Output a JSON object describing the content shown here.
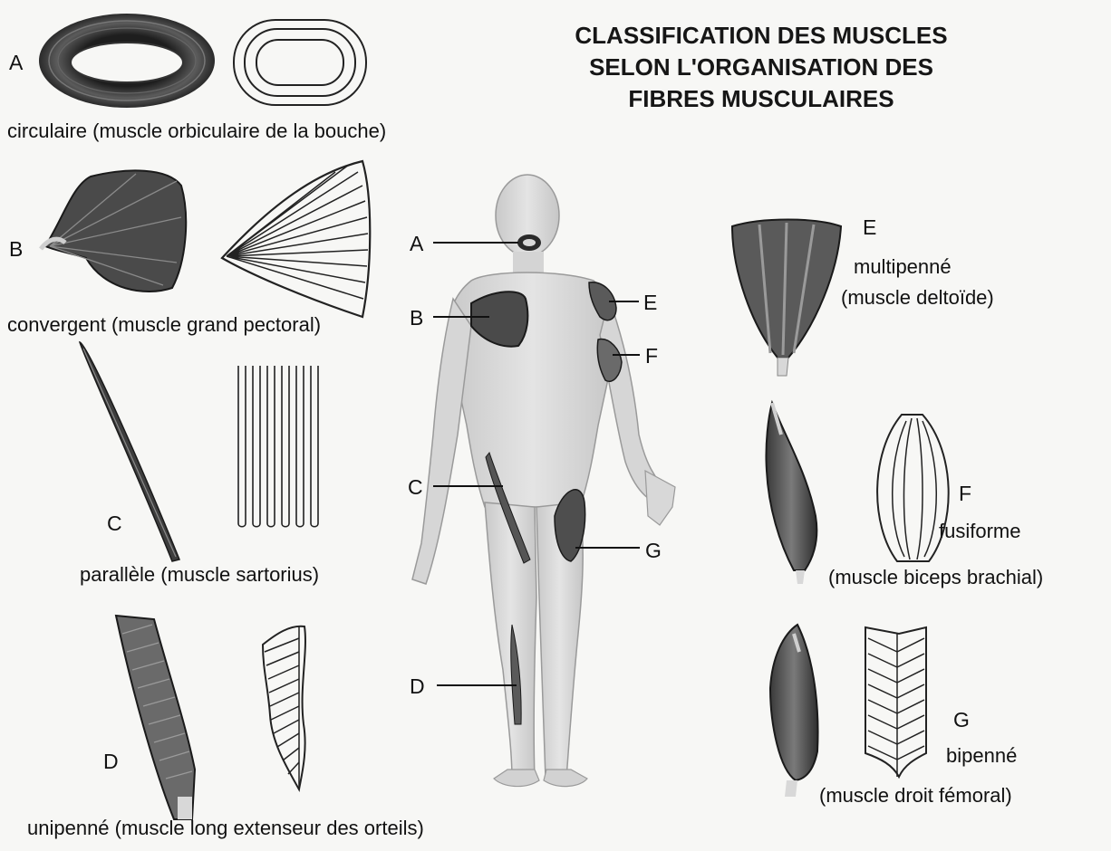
{
  "title": {
    "line1": "CLASSIFICATION DES MUSCLES",
    "line2": "SELON L'ORGANISATION DES",
    "line3": "FIBRES MUSCULAIRES"
  },
  "left": {
    "a": {
      "letter": "A",
      "caption": "circulaire (muscle orbiculaire de la bouche)"
    },
    "b": {
      "letter": "B",
      "caption": "convergent (muscle grand pectoral)"
    },
    "c": {
      "letter": "C",
      "caption": "parallèle (muscle sartorius)"
    },
    "d": {
      "letter": "D",
      "caption": "unipenné (muscle long extenseur des orteils)"
    }
  },
  "body_labels": {
    "a": "A",
    "b": "B",
    "c": "C",
    "d": "D",
    "e": "E",
    "f": "F",
    "g": "G"
  },
  "right": {
    "e": {
      "letter": "E",
      "type": "multipenné",
      "muscle": "(muscle deltoïde)"
    },
    "f": {
      "letter": "F",
      "type": "fusiforme",
      "muscle": "(muscle biceps brachial)"
    },
    "g": {
      "letter": "G",
      "type": "bipenné",
      "muscle": "(muscle droit fémoral)"
    }
  }
}
